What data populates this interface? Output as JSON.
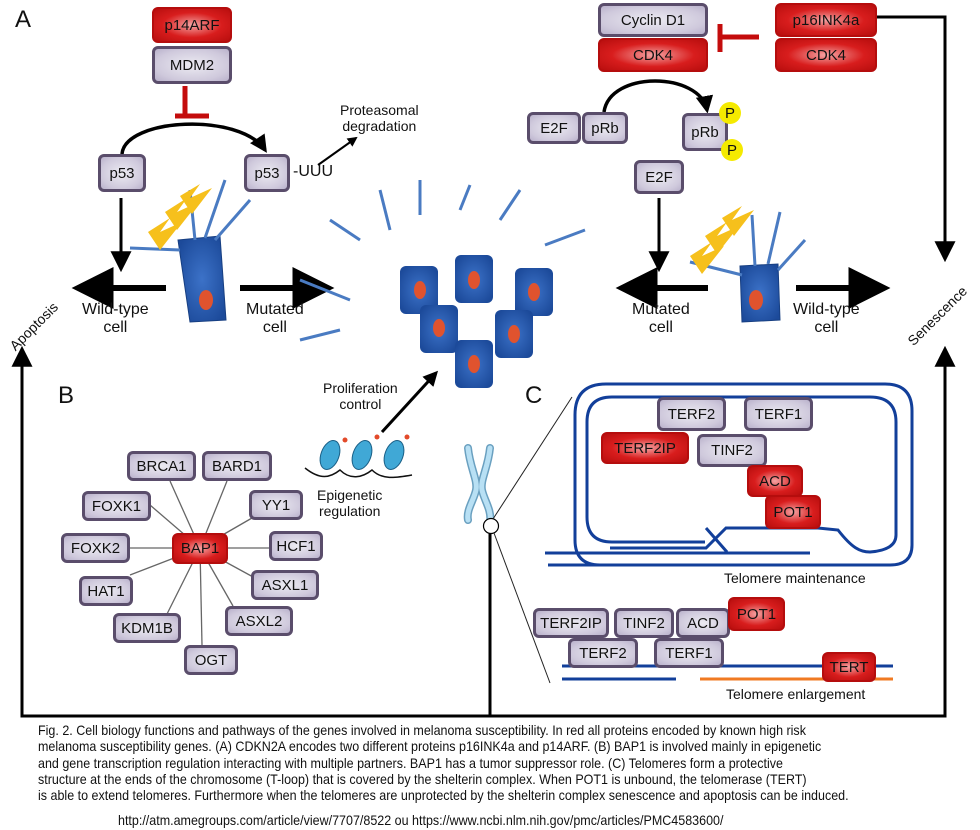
{
  "panels": {
    "a": "A",
    "b": "B",
    "c": "C"
  },
  "panel_a": {
    "p53_pathway": {
      "p14arf": "p14ARF",
      "mdm2": "MDM2",
      "p53_left": "p53",
      "p53_right": "p53",
      "ubiquitin_tag": "-UUU",
      "proteasomal": [
        "Proteasomal",
        "degradation"
      ]
    },
    "rb_pathway": {
      "cyclin_d1": "Cyclin D1",
      "cdk4_left": "CDK4",
      "p16ink4a": "p16INK4a",
      "cdk4_right": "CDK4",
      "e2f_bound": "E2F",
      "prb_bound": "pRb",
      "prb_phospho": "pRb",
      "phospho_1": "P",
      "phospho_2": "P",
      "e2f_free": "E2F"
    },
    "left_cell": {
      "wild_type": [
        "Wild-type",
        "cell"
      ],
      "mutated": [
        "Mutated",
        "cell"
      ]
    },
    "right_cell": {
      "mutated": [
        "Mutated",
        "cell"
      ],
      "wild_type": [
        "Wild-type",
        "cell"
      ]
    },
    "apoptosis": "Apoptosis",
    "senescence": "Senescence"
  },
  "panel_b": {
    "center": "BAP1",
    "partners": [
      "BRCA1",
      "BARD1",
      "YY1",
      "HCF1",
      "ASXL1",
      "ASXL2",
      "OGT",
      "KDM1B",
      "HAT1",
      "FOXK2",
      "FOXK1"
    ],
    "epigenetic": [
      "Epigenetic",
      "regulation"
    ],
    "proliferation": [
      "Proliferation",
      "control"
    ]
  },
  "panel_c": {
    "maintenance": {
      "terf2": "TERF2",
      "terf1": "TERF1",
      "terf2ip": "TERF2IP",
      "tinf2": "TINF2",
      "acd": "ACD",
      "pot1": "POT1",
      "label": "Telomere maintenance"
    },
    "enlargement": {
      "terf2ip": "TERF2IP",
      "tinf2": "TINF2",
      "acd": "ACD",
      "pot1": "POT1",
      "terf2": "TERF2",
      "terf1": "TERF1",
      "tert": "TERT",
      "label": "Telomere enlargement"
    }
  },
  "colors": {
    "risk_gene_red": "#d81d1d",
    "protein_grey": "#cfc9dc",
    "dna_blue": "#123f9a",
    "telomerase_orange": "#f07a22",
    "phosphate_yellow": "#f5ea00"
  },
  "caption": [
    "Fig. 2. Cell biology functions and pathways of the genes involved in melanoma susceptibility. In red all proteins encoded by known high risk",
    "melanoma susceptibility genes. (A) CDKN2A encodes two different proteins p16INK4a and p14ARF. (B) BAP1 is involved mainly in epigenetic",
    "and gene transcription regulation interacting with multiple partners. BAP1 has a tumor suppressor role. (C) Telomeres form a protective",
    "structure at the ends of the chromosome (T-loop) that is covered by the shelterin complex. When POT1 is unbound, the telomerase (TERT)",
    "is able to extend telomeres. Furthermore when the telomeres are unprotected by the shelterin complex senescence and apoptosis can be induced."
  ],
  "source": "http://atm.amegroups.com/article/view/7707/8522 ou https://www.ncbi.nlm.nih.gov/pmc/articles/PMC4583600/"
}
